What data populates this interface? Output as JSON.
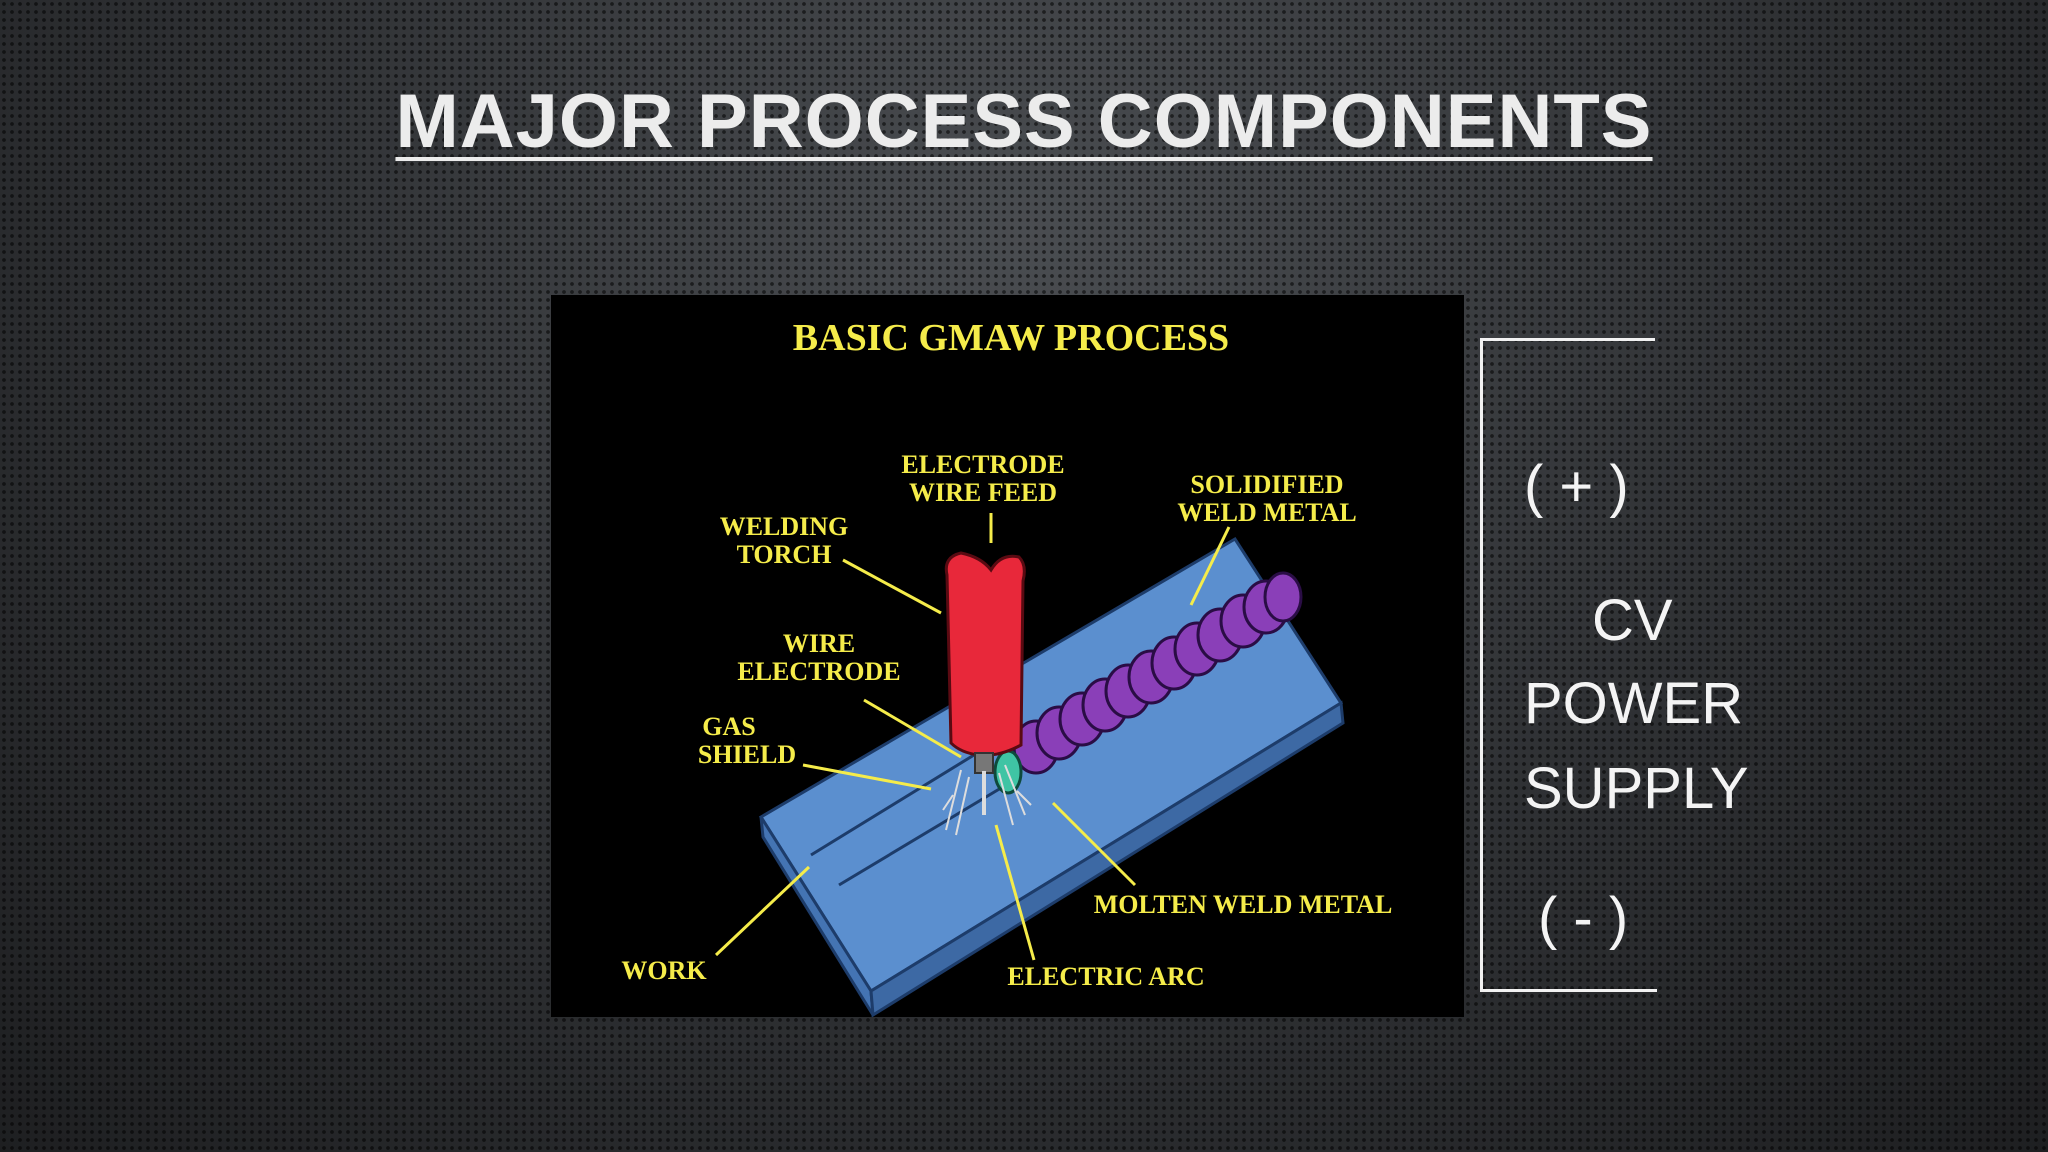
{
  "slide": {
    "title": "MAJOR PROCESS COMPONENTS"
  },
  "diagram": {
    "heading": "BASIC GMAW PROCESS",
    "labels": {
      "electrode_wire_feed_1": "ELECTRODE",
      "electrode_wire_feed_2": "WIRE FEED",
      "welding_torch_1": "WELDING",
      "welding_torch_2": "TORCH",
      "solidified_1": "SOLIDIFIED",
      "solidified_2": "WELD METAL",
      "wire_electrode_1": "WIRE",
      "wire_electrode_2": "ELECTRODE",
      "gas_shield_1": "GAS",
      "gas_shield_2": "SHIELD",
      "molten": "MOLTEN WELD METAL",
      "work": "WORK",
      "electric_arc": "ELECTRIC ARC"
    },
    "colors": {
      "label": "#f5ec4a",
      "plate": "#5b8fcf",
      "torch": "#e8283a",
      "bead": "#8a3fb8",
      "molten": "#3fc4a4"
    }
  },
  "power_supply": {
    "positive": "( + )",
    "line1": "CV",
    "line2": "POWER",
    "line3": "SUPPLY",
    "negative": "( - )"
  }
}
